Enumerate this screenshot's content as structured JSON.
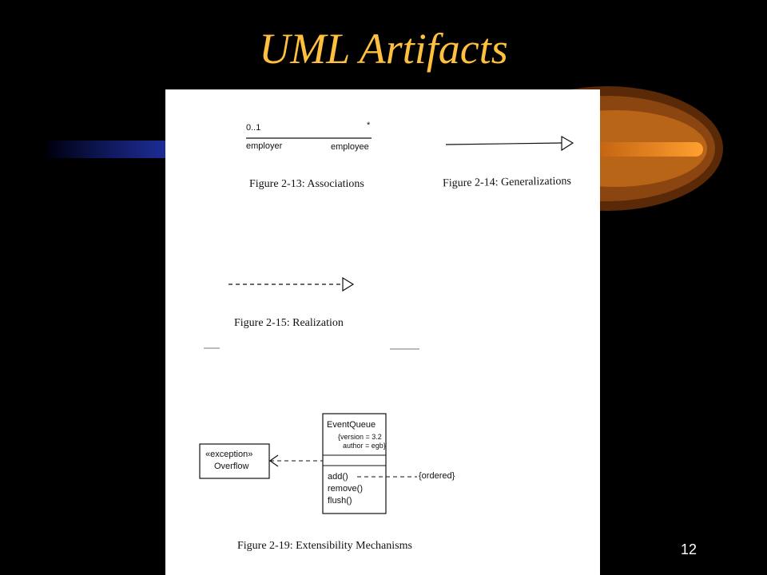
{
  "slide": {
    "title": "UML Artifacts",
    "number": "12",
    "colors": {
      "title": "#ffc040",
      "background": "#000000",
      "accent_orange": "#e88a20",
      "accent_blue": "#1a2a80"
    }
  },
  "figures": {
    "associations": {
      "multiplicity_left": "0..1",
      "multiplicity_right": "*",
      "role_left": "employer",
      "role_right": "employee",
      "caption": "Figure 2-13: Associations"
    },
    "generalizations": {
      "caption": "Figure 2-14: Generalizations"
    },
    "realization": {
      "caption": "Figure 2-15: Realization"
    },
    "extensibility": {
      "class_name": "EventQueue",
      "tagged_values": [
        "{version = 3.2",
        "author = egb}"
      ],
      "operations": [
        "add()",
        "remove()",
        "flush()"
      ],
      "constraint": "{ordered}",
      "stereotype": "«exception»",
      "exception_name": "Overflow",
      "caption": "Figure 2-19: Extensibility Mechanisms"
    }
  }
}
